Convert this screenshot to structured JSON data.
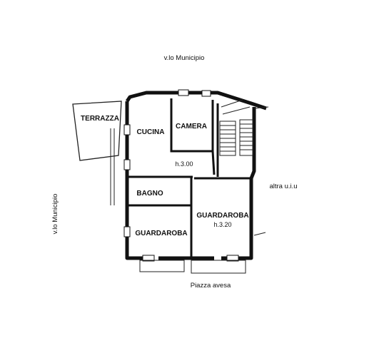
{
  "streets": {
    "top": "v.lo Municipio",
    "left": "v.lo Municipio",
    "bottom": "Piazza avesa",
    "right": "altra u.i.u"
  },
  "rooms": {
    "terrazza": "TERRAZZA",
    "cucina": "CUCINA",
    "camera": "CAMERA",
    "bagno": "BAGNO",
    "guardaroba_left": "GUARDAROBA",
    "guardaroba_right": "GUARDAROBA"
  },
  "heights": {
    "main": "h.3.00",
    "right": "h.3.20"
  }
}
